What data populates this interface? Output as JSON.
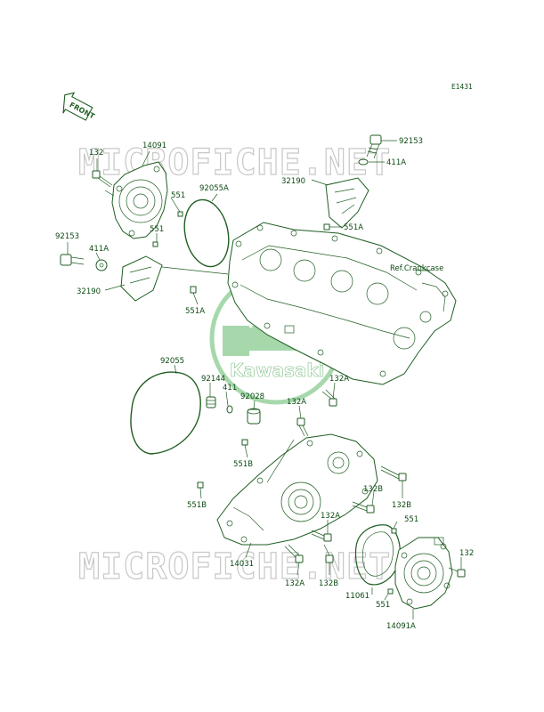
{
  "diagram_code": "E1431",
  "front_label": "FRONT",
  "watermark": "MICROFICHE.NET",
  "logo_text": "Kawasaki",
  "ref_label": "Ref.Crankcase",
  "parts": {
    "p132_tl": "132",
    "p14091_t": "14091",
    "p551_a": "551",
    "p551_b": "551",
    "p92055A": "92055A",
    "p92153_t": "92153",
    "p411A_t": "411A",
    "p32190_t": "32190",
    "p551A_t": "551A",
    "p92153_l": "92153",
    "p411A_l": "411A",
    "p32190_l": "32190",
    "p551A_l": "551A",
    "p92055": "92055",
    "p92144": "92144",
    "p411": "411",
    "p92028": "92028",
    "p132A_t": "132A",
    "p132A_m": "132A",
    "p551B_m": "551B",
    "p551B_l": "551B",
    "p132B_a": "132B",
    "p132B_b": "132B",
    "p132A_r": "132A",
    "p551_r": "551",
    "p132_r": "132",
    "p14031": "14031",
    "p132A_b": "132A",
    "p132B_c": "132B",
    "p11061": "11061",
    "p551_br": "551",
    "p14091A": "14091A"
  }
}
